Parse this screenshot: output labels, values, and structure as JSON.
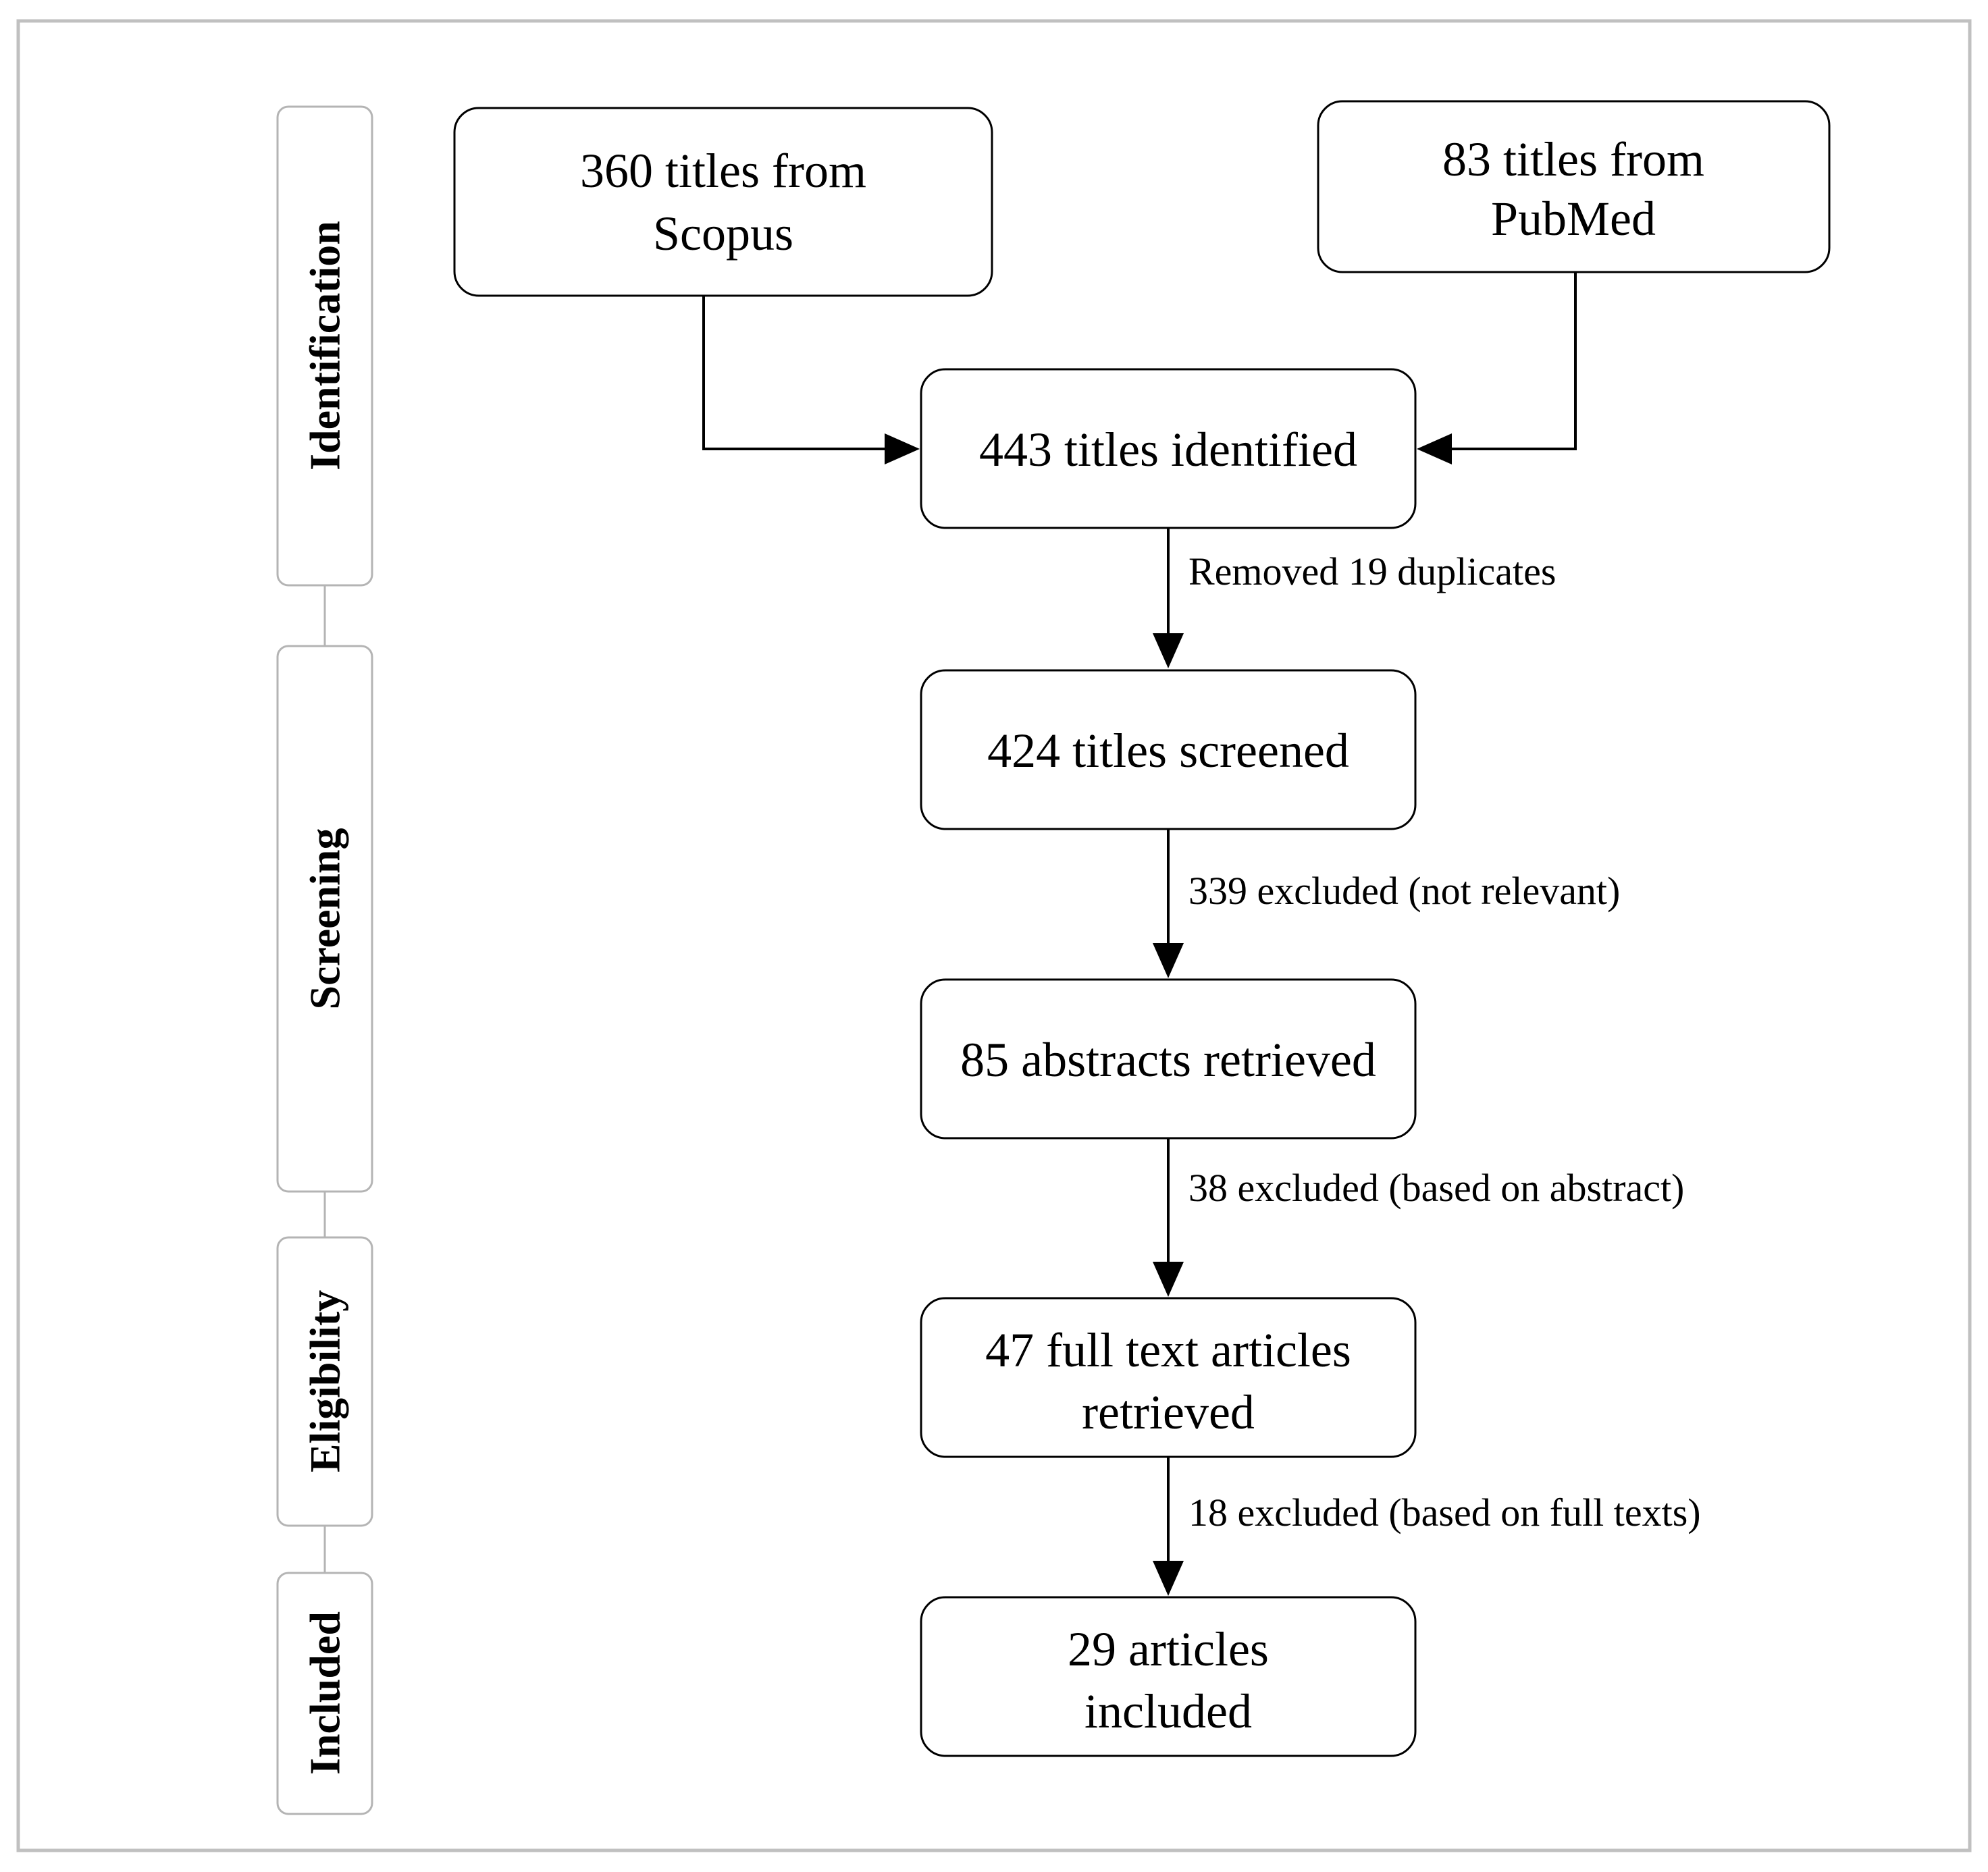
{
  "phases": {
    "identification": "Identification",
    "screening": "Screening",
    "eligibility": "Eligibility",
    "included": "Included"
  },
  "boxes": {
    "scopus": [
      "360 titles from",
      "Scopus"
    ],
    "pubmed": [
      "83 titles from",
      "PubMed"
    ],
    "identified": [
      "443 titles identified"
    ],
    "screened": [
      "424 titles screened"
    ],
    "abstracts": [
      "85 abstracts retrieved"
    ],
    "fulltext": [
      "47 full text articles",
      "retrieved"
    ],
    "included": [
      "29 articles",
      "included"
    ]
  },
  "edges": {
    "duplicates": "Removed 19 duplicates",
    "not_relevant": "339 excluded (not relevant)",
    "abstract": "38 excluded (based on abstract)",
    "full_texts": "18 excluded (based on full texts)"
  }
}
